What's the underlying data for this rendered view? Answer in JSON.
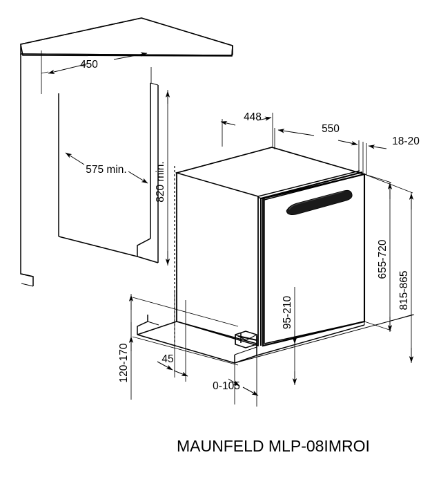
{
  "drawing": {
    "title": "MAUNFELD MLP-08IMROI",
    "type": "technical-installation-diagram",
    "subject": "Built-in dishwasher installation niche dimensions",
    "units": "mm",
    "stroke_color": "#000000",
    "background_color": "#ffffff"
  },
  "dimensions": {
    "niche_width": "450",
    "niche_depth_min": "575 min.",
    "niche_height_min": "820 min.",
    "appliance_width": "448",
    "appliance_depth": "550",
    "panel_thickness": "18-20",
    "door_panel_height": "655-720",
    "total_front_height": "815-865",
    "plinth_height": "95-210",
    "plinth_recess_height": "120-170",
    "plinth_offset": "45",
    "plinth_setback": "0-105"
  },
  "labels": [
    {
      "id": "d450",
      "text": "450",
      "rotated": false
    },
    {
      "id": "d575",
      "text": "575 min.",
      "rotated": false
    },
    {
      "id": "d820",
      "text": "820 min.",
      "rotated": true
    },
    {
      "id": "d448",
      "text": "448",
      "rotated": false
    },
    {
      "id": "d550",
      "text": "550",
      "rotated": false
    },
    {
      "id": "d1820",
      "text": "18-20",
      "rotated": false
    },
    {
      "id": "d655720",
      "text": "655-720",
      "rotated": true
    },
    {
      "id": "d815865",
      "text": "815-865",
      "rotated": true
    },
    {
      "id": "d95210",
      "text": "95-210",
      "rotated": true
    },
    {
      "id": "d120170",
      "text": "120-170",
      "rotated": true
    },
    {
      "id": "d45",
      "text": "45",
      "rotated": false
    },
    {
      "id": "d0105",
      "text": "0-105",
      "rotated": false
    }
  ],
  "model": {
    "brand": "MAUNFELD",
    "code": "MLP-08IMROI",
    "full": "MAUNFELD MLP-08IMROI"
  }
}
